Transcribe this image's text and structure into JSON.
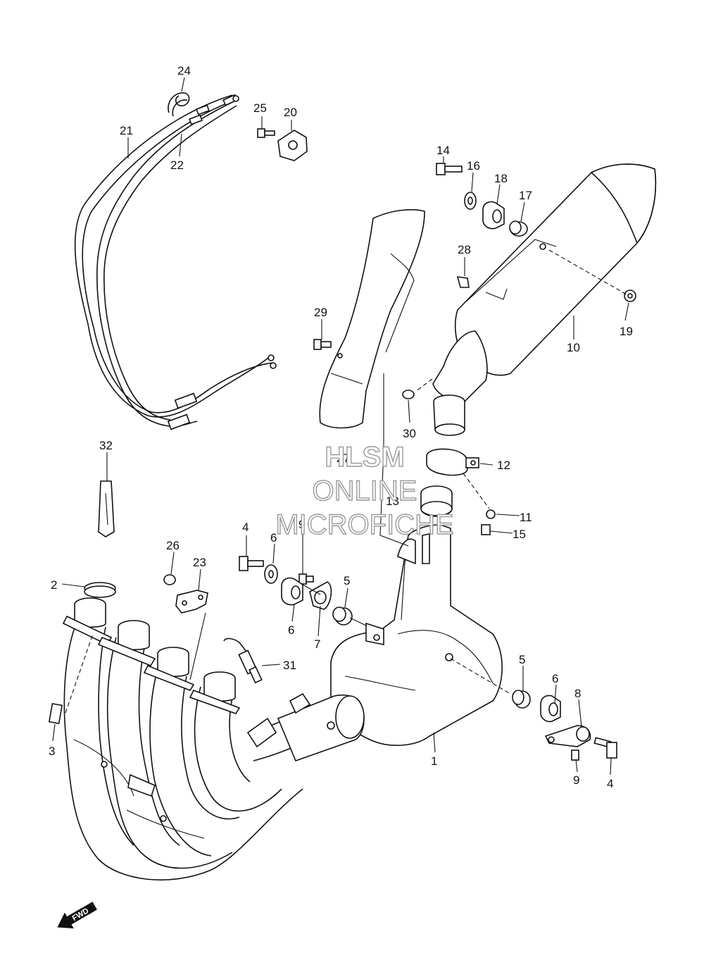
{
  "diagram": {
    "callouts": [
      {
        "id": "1",
        "text": "1"
      },
      {
        "id": "2",
        "text": "2"
      },
      {
        "id": "3",
        "text": "3"
      },
      {
        "id": "4a",
        "text": "4"
      },
      {
        "id": "4b",
        "text": "4"
      },
      {
        "id": "5a",
        "text": "5"
      },
      {
        "id": "5b",
        "text": "5"
      },
      {
        "id": "6a",
        "text": "6"
      },
      {
        "id": "6b",
        "text": "6"
      },
      {
        "id": "6c",
        "text": "6"
      },
      {
        "id": "7",
        "text": "7"
      },
      {
        "id": "8",
        "text": "8"
      },
      {
        "id": "9a",
        "text": "9"
      },
      {
        "id": "9b",
        "text": "9"
      },
      {
        "id": "10",
        "text": "10"
      },
      {
        "id": "11",
        "text": "11"
      },
      {
        "id": "12",
        "text": "12"
      },
      {
        "id": "13",
        "text": "13"
      },
      {
        "id": "14",
        "text": "14"
      },
      {
        "id": "15",
        "text": "15"
      },
      {
        "id": "16",
        "text": "16"
      },
      {
        "id": "17",
        "text": "17"
      },
      {
        "id": "18",
        "text": "18"
      },
      {
        "id": "19",
        "text": "19"
      },
      {
        "id": "20",
        "text": "20"
      },
      {
        "id": "21",
        "text": "21"
      },
      {
        "id": "22",
        "text": "22"
      },
      {
        "id": "23",
        "text": "23"
      },
      {
        "id": "24",
        "text": "24"
      },
      {
        "id": "25",
        "text": "25"
      },
      {
        "id": "26",
        "text": "26"
      },
      {
        "id": "27",
        "text": "27"
      },
      {
        "id": "28",
        "text": "28"
      },
      {
        "id": "29",
        "text": "29"
      },
      {
        "id": "30",
        "text": "30"
      },
      {
        "id": "31",
        "text": "31"
      },
      {
        "id": "32",
        "text": "32"
      }
    ],
    "watermark": {
      "line1": "HLSM",
      "line2": "ONLINE",
      "line3": "MICROFICHE"
    },
    "direction_marker": "FWD"
  }
}
